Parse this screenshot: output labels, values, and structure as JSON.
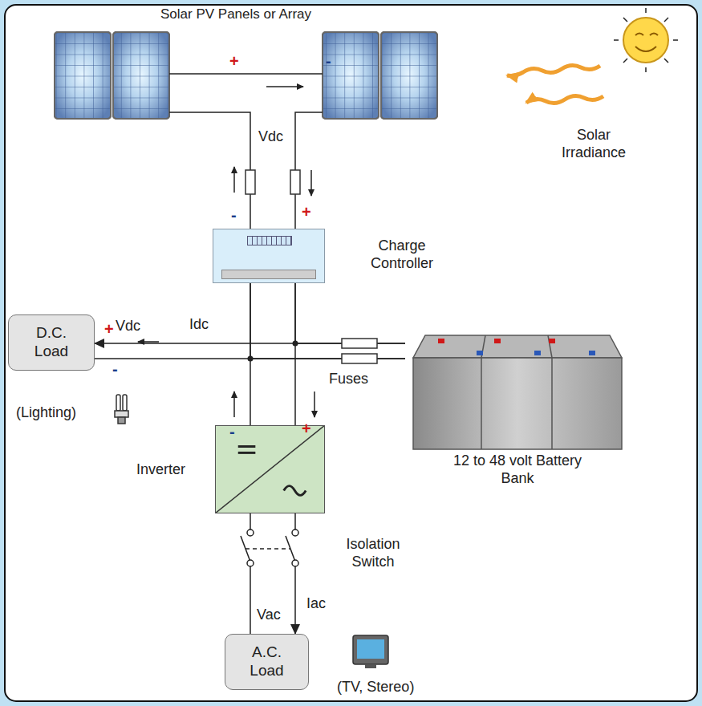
{
  "diagram": {
    "nodes": [
      {
        "text": [
          "Solar PV Panels or Array"
        ]
      },
      {
        "text": [
          "Charge Controller"
        ]
      },
      {
        "text": [
          "D.C. Load"
        ]
      },
      {
        "text": [
          "12 to 48 volt Battery Bank"
        ]
      },
      {
        "text": [
          "Inverter"
        ]
      },
      {
        "text": [
          "A.C. Load"
        ]
      }
    ],
    "edges": [
      {
        "from": 0,
        "to": 1,
        "arrow": "none"
      },
      {
        "from": 1,
        "to": 2,
        "arrow": "to"
      },
      {
        "from": 1,
        "to": 3,
        "arrow": "none"
      },
      {
        "from": 3,
        "to": 4,
        "arrow": "none"
      },
      {
        "from": 4,
        "to": 5,
        "arrow": "to"
      }
    ],
    "labels": [
      "+",
      "-",
      "Vdc",
      "Solar Irradiance",
      "-",
      "+",
      "+",
      "Vdc",
      "Idc",
      "-",
      "Fuses",
      "(Lighting)",
      "-",
      "+",
      "Isolation Switch",
      "Iac",
      "Vac",
      "(TV, Stereo)"
    ]
  }
}
